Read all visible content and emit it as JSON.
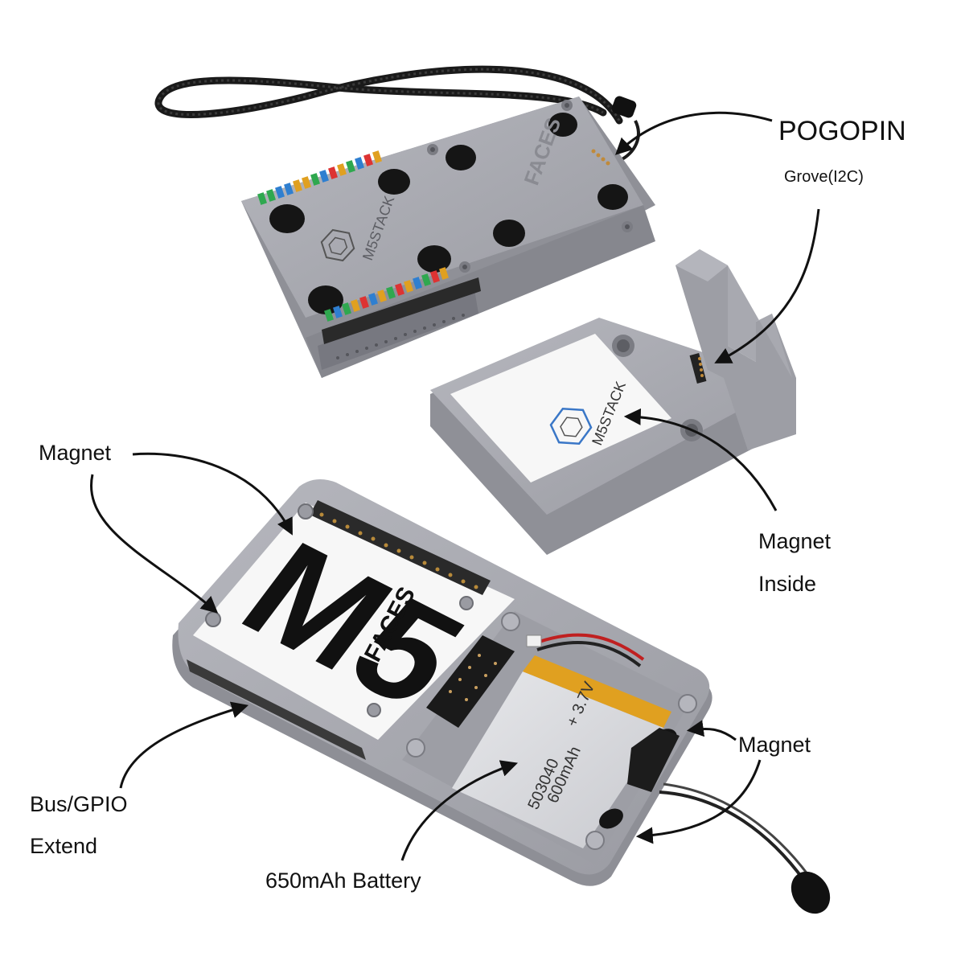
{
  "labels": {
    "pogopin": "POGOPIN",
    "grove": "Grove(I2C)",
    "magnet_top_left": "Magnet",
    "magnet_inside_line1": "Magnet",
    "magnet_inside_line2": "Inside",
    "magnet_right": "Magnet",
    "bus_gpio_line1": "Bus/GPIO",
    "bus_gpio_line2": "Extend",
    "battery": "650mAh Battery"
  },
  "device_markings": {
    "m5stack_logo": "M5STACK",
    "faces_logo": "FACES",
    "m5_board": "M5",
    "battery_label_model": "503040",
    "battery_label_capacity": "600mAh",
    "battery_label_voltage": "+ 3.7V"
  },
  "colors": {
    "case_grey": "#a9aab1",
    "case_dark": "#8e8f96",
    "magnet_black": "#151515",
    "pcb_white": "#f7f7f7",
    "battery_silver": "#d9dadd",
    "battery_orange": "#e0a020"
  }
}
